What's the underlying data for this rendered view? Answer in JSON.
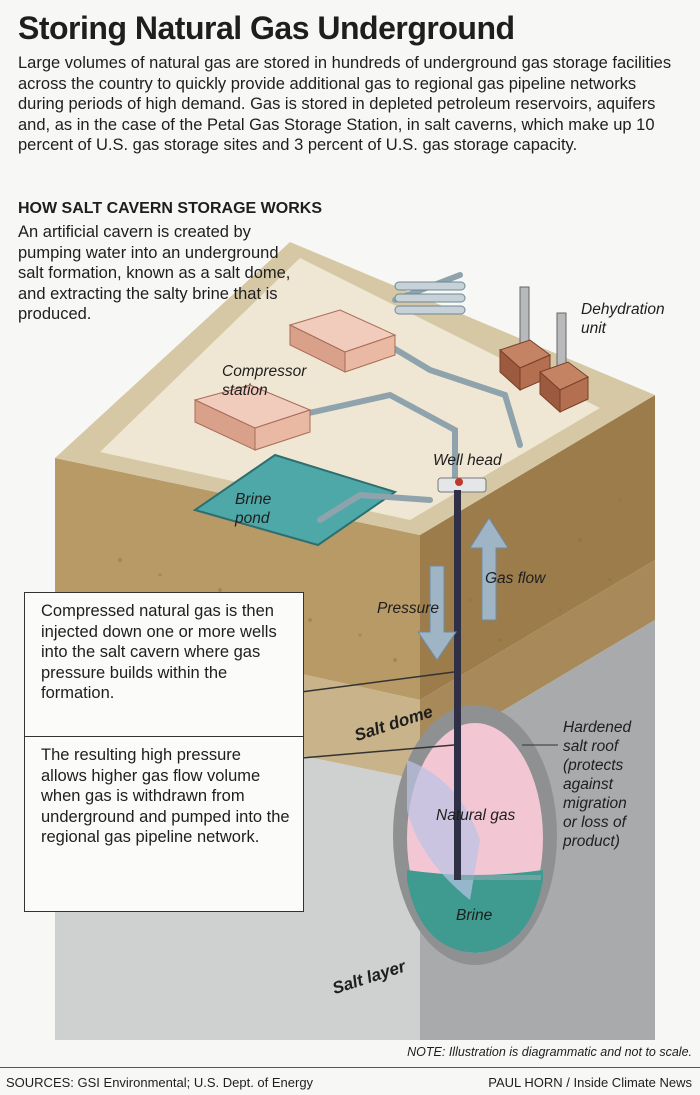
{
  "title": "Storing Natural Gas Underground",
  "intro": "Large volumes of natural gas are stored in hundreds of underground gas storage facilities across the country to quickly provide additional gas to regional gas pipeline networks during periods of high demand. Gas is stored in depleted petroleum reservoirs, aquifers and, as in the case of the Petal Gas Storage Station, in salt caverns, which make up 10 percent of U.S. gas storage sites and 3 percent of U.S. gas storage capacity.",
  "section": {
    "heading": "HOW SALT CAVERN STORAGE WORKS",
    "text": "An artificial cavern is created by pumping water into an underground salt formation, known as a salt dome, and extracting the salty brine that is produced."
  },
  "callouts": [
    "Compressed natural gas is then injected down one or more wells into the salt cavern where gas pressure builds within the formation.",
    "The resulting high pressure allows higher gas flow volume when gas is withdrawn from underground and pumped into the regional gas pipeline network."
  ],
  "labels": {
    "dehydration": [
      "Dehydration",
      "unit"
    ],
    "compressor": [
      "Compressor",
      "station"
    ],
    "well_head": "Well head",
    "brine_pond": [
      "Brine",
      "pond"
    ],
    "gas_flow": "Gas flow",
    "pressure": "Pressure",
    "salt_dome": "Salt dome",
    "salt_roof": [
      "Hardened",
      "salt roof",
      "(protects",
      "against",
      "migration",
      "or loss of",
      "product)"
    ],
    "natural_gas": "Natural gas",
    "brine": "Brine",
    "salt_layer": "Salt layer"
  },
  "note": "NOTE: Illustration is diagrammatic and not to scale.",
  "sources": "SOURCES: GSI Environmental; U.S. Dept. of Energy",
  "credit": "PAUL HORN / Inside Climate News",
  "colors": {
    "surface": "#d6c8a4",
    "soil": "#b89a66",
    "salt_dome_left": "#c9b38a",
    "salt_layer_left": "#cfd0d0",
    "salt_layer_right": "#a9aaab",
    "natural_gas": "#f2c6d2",
    "brine": "#3f9a90",
    "pond": "#4fa8a8",
    "building": "#e9b9a4",
    "pipe": "#8fa3ad"
  }
}
